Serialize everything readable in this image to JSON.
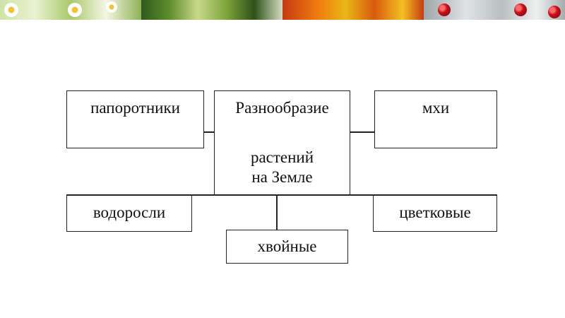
{
  "banner": {
    "segments": [
      "daisies",
      "palm-leaves",
      "autumn-leaves",
      "winter-berries"
    ]
  },
  "diagram": {
    "center": {
      "line1": "Разнообразие",
      "line2": "растений",
      "line3": "на Земле"
    },
    "nodes": {
      "ferns": "папоротники",
      "mosses": "мхи",
      "algae": "водоросли",
      "flowering": "цветковые",
      "conifers": "хвойные"
    }
  }
}
